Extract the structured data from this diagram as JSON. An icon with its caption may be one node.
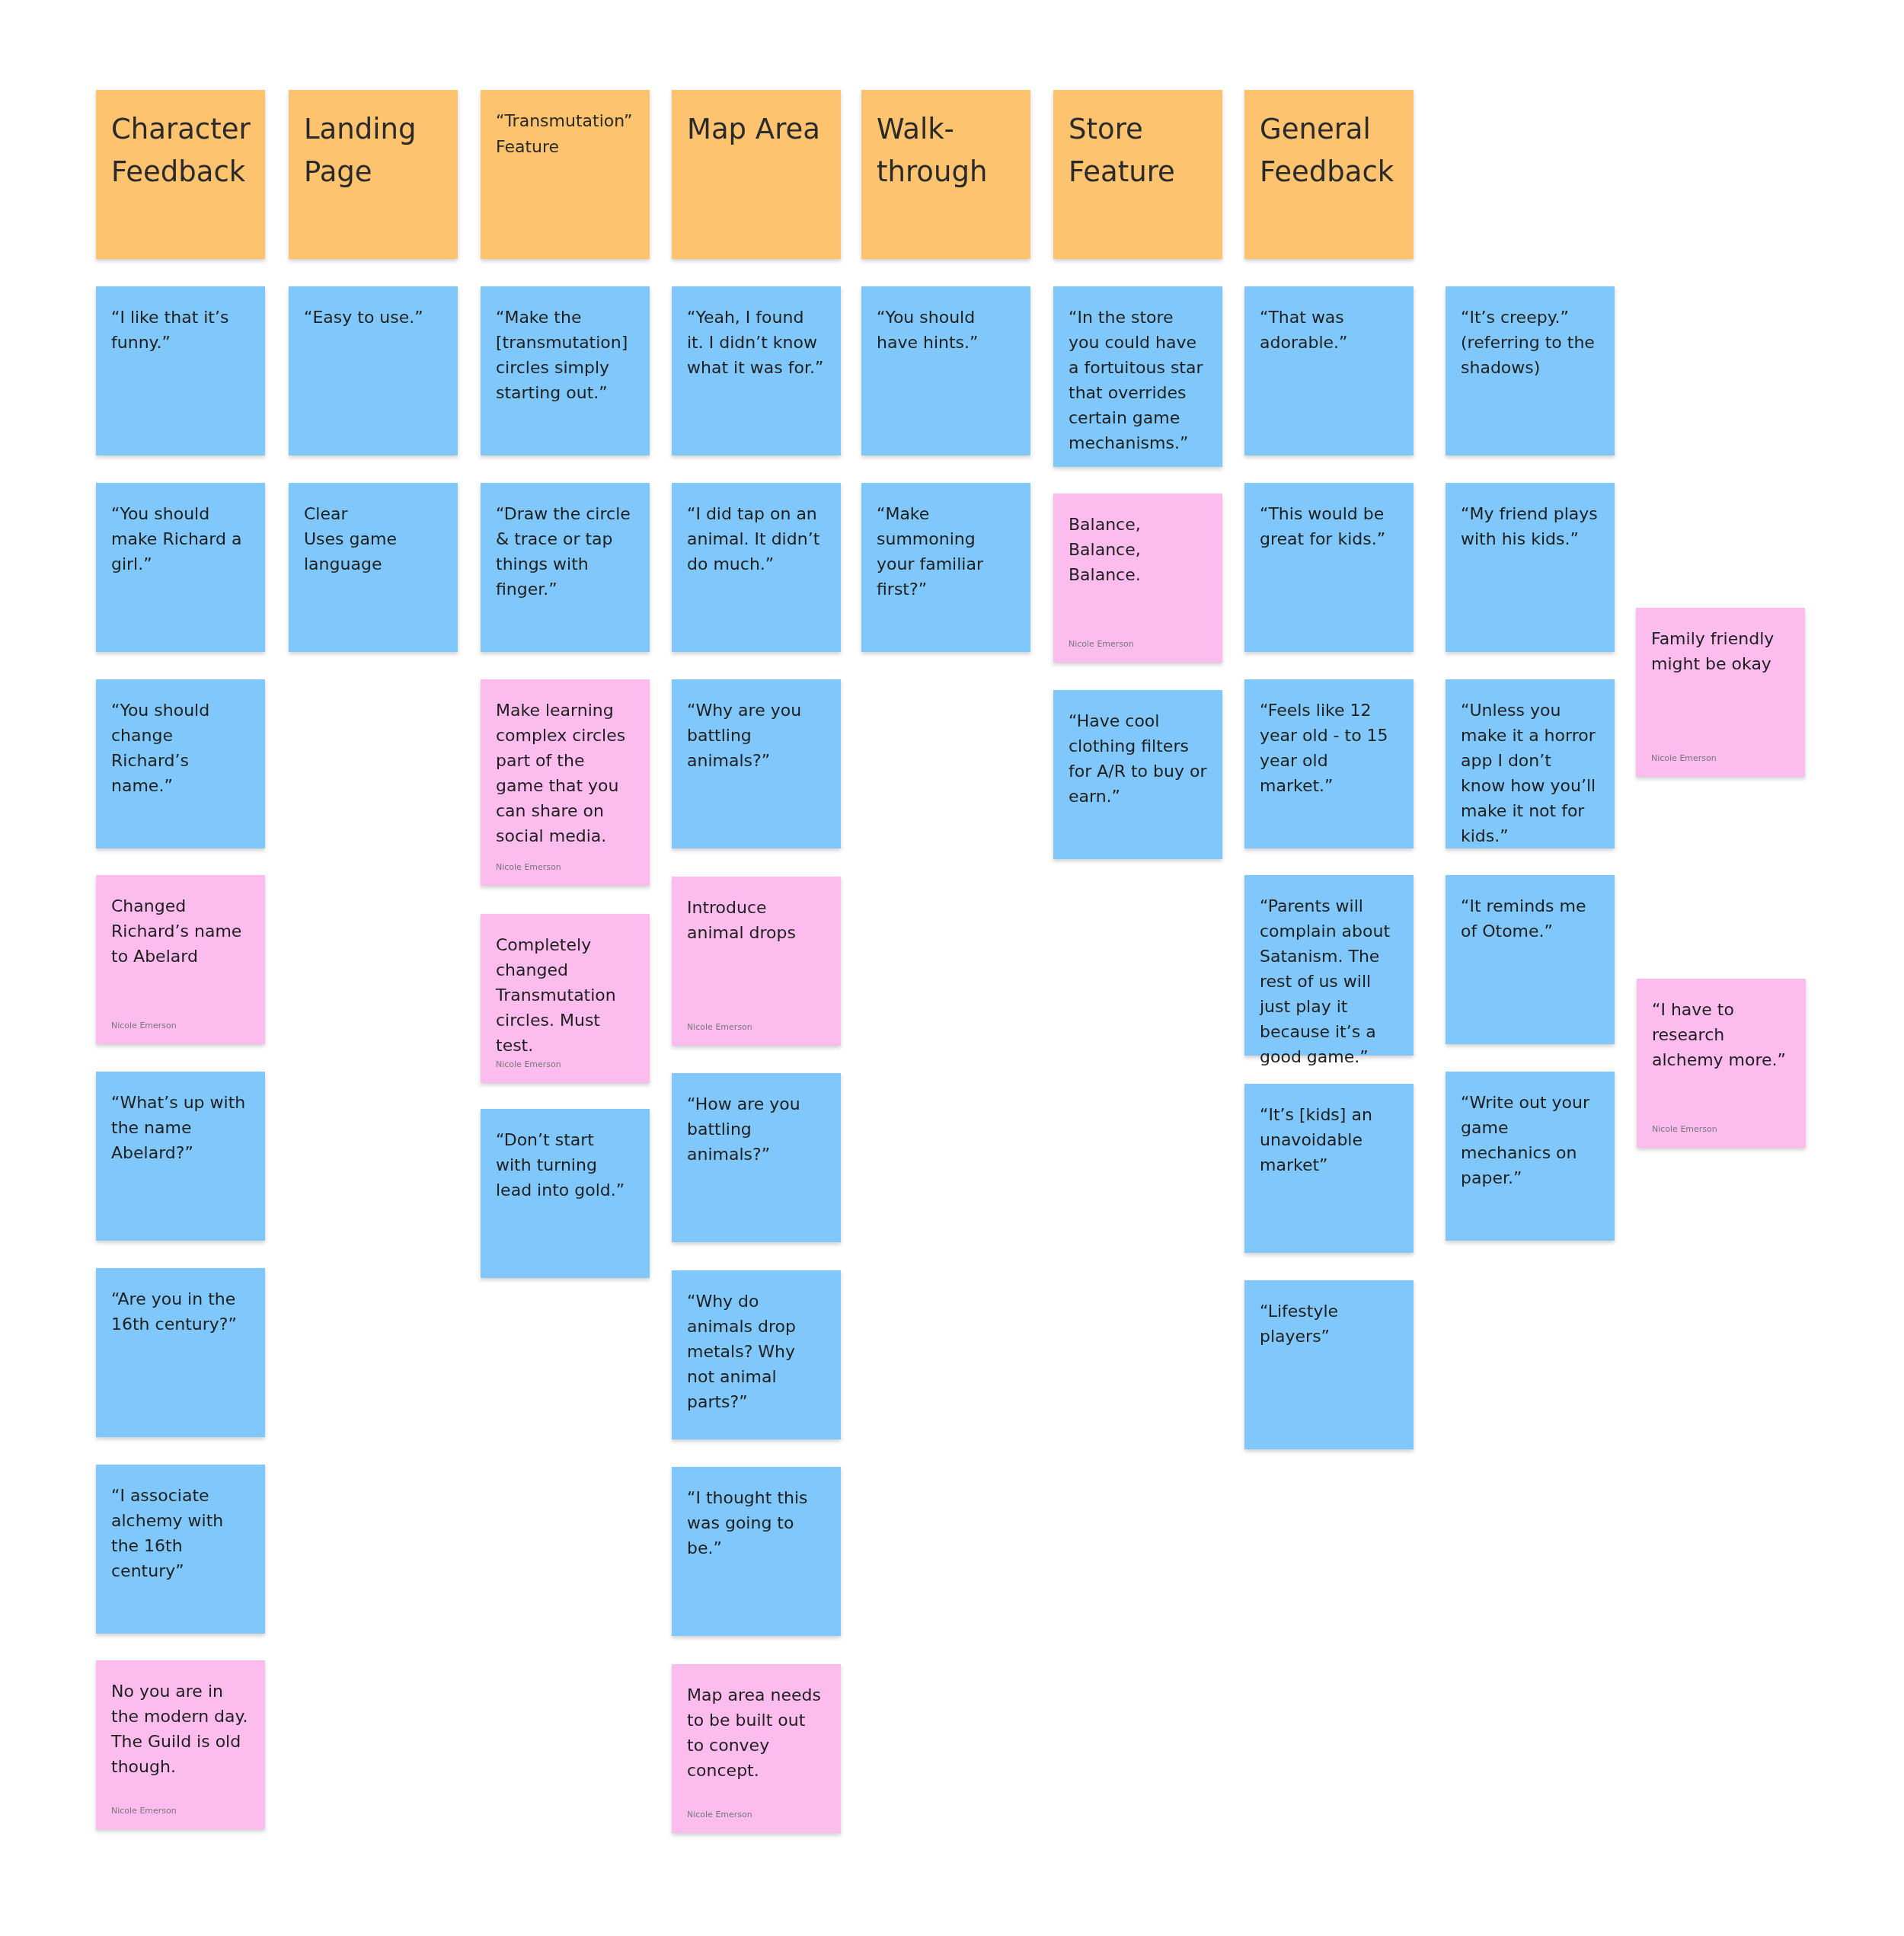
{
  "diagram": {
    "nodes": [
      {
        "text": [
          "Character Feedback"
        ]
      },
      {
        "text": [
          "“I like that it’s funny.”"
        ]
      },
      {
        "text": [
          "“You should make Richard a girl.”"
        ]
      },
      {
        "text": [
          "“You should change Richard’s name.”"
        ]
      },
      {
        "text": [
          "Changed Richard’s name to Abelard",
          "Nicole Emerson"
        ]
      },
      {
        "text": [
          "“What’s up with the name Abelard?”"
        ]
      },
      {
        "text": [
          "“Are you in the 16th century?”"
        ]
      },
      {
        "text": [
          "“I associate alchemy with the 16th century”"
        ]
      },
      {
        "text": [
          "No you are in the modern day. The Guild is old though.",
          "Nicole Emerson"
        ]
      },
      {
        "text": [
          "Landing Page"
        ]
      },
      {
        "text": [
          "“Easy to use.”"
        ]
      },
      {
        "text": [
          "Clear",
          "Uses game language"
        ]
      },
      {
        "text": [
          "“Transmutation” Feature"
        ]
      },
      {
        "text": [
          "“Make the [transmutation] circles simply starting out.”"
        ]
      },
      {
        "text": [
          "“Draw the circle & trace or tap things with finger.”"
        ]
      },
      {
        "text": [
          "Make learning complex circles part of the game that you can share on social media.",
          "Nicole Emerson"
        ]
      },
      {
        "text": [
          "Completely changed Transmutation circles. Must test.",
          "Nicole Emerson"
        ]
      },
      {
        "text": [
          "“Don’t start with turning lead into gold.”"
        ]
      },
      {
        "text": [
          "Map Area"
        ]
      },
      {
        "text": [
          "“Yeah, I found it. I didn’t know what it was for.”"
        ]
      },
      {
        "text": [
          "“I did tap on an animal. It didn’t do much.”"
        ]
      },
      {
        "text": [
          "“Why are you battling animals?”"
        ]
      },
      {
        "text": [
          "Introduce animal drops",
          "Nicole Emerson"
        ]
      },
      {
        "text": [
          "“How are you battling animals?”"
        ]
      },
      {
        "text": [
          "“Why do animals drop metals? Why not animal parts?”"
        ]
      },
      {
        "text": [
          "“I thought this was going to be.”"
        ]
      },
      {
        "text": [
          "Map area needs to be built out to convey concept.",
          "Nicole Emerson"
        ]
      },
      {
        "text": [
          "Walk-through"
        ]
      },
      {
        "text": [
          "“You should have hints.”"
        ]
      },
      {
        "text": [
          "“Make summoning your familiar first?”"
        ]
      },
      {
        "text": [
          "Store Feature"
        ]
      },
      {
        "text": [
          "“In the store you could have a fortuitous star that overrides certain game mechanisms.”"
        ]
      },
      {
        "text": [
          "Balance, Balance, Balance.",
          "Nicole Emerson"
        ]
      },
      {
        "text": [
          "“Have cool clothing filters for A/R to buy or earn.”"
        ]
      },
      {
        "text": [
          "General Feedback"
        ]
      },
      {
        "text": [
          "“That was adorable.”"
        ]
      },
      {
        "text": [
          "“This would be great for kids.”"
        ]
      },
      {
        "text": [
          "“Feels like 12 year old - to 15 year old market.”"
        ]
      },
      {
        "text": [
          "“Parents will complain about Satanism. The rest of us will just play it because it’s a good game.”"
        ]
      },
      {
        "text": [
          "“It’s [kids] an unavoidable market”"
        ]
      },
      {
        "text": [
          "“Lifestyle players”"
        ]
      },
      {
        "text": [
          "“It’s creepy.” (referring to the shadows)"
        ]
      },
      {
        "text": [
          "“My friend plays with his kids.”"
        ]
      },
      {
        "text": [
          "“Unless you make it a horror app I don’t know how you’ll make it not for kids.”"
        ]
      },
      {
        "text": [
          "“It reminds me of Otome.”"
        ]
      },
      {
        "text": [
          "“Write out your game mechanics on paper.”"
        ]
      },
      {
        "text": [
          "Family friendly might be okay",
          "Nicole Emerson"
        ]
      },
      {
        "text": [
          "“I have to research alchemy more.”",
          "Nicole Emerson"
        ]
      }
    ]
  }
}
